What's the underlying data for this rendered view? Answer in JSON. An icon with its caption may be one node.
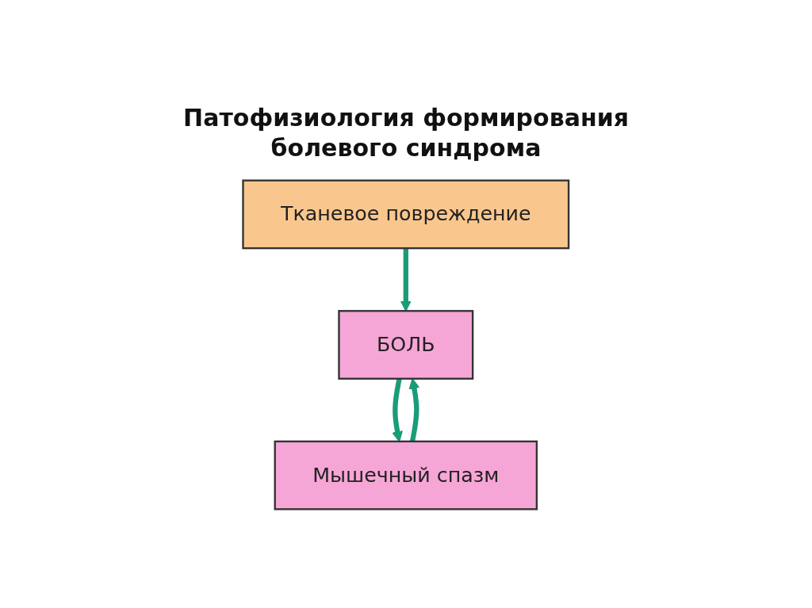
{
  "diagram": {
    "title": "Патофизиология формирования болевого синдрома",
    "nodes": [
      {
        "text": [
          "Тканевое повреждение"
        ]
      },
      {
        "text": [
          "БОЛЬ"
        ]
      },
      {
        "text": [
          "Мышечный спазм"
        ]
      }
    ],
    "edges": [
      {
        "from": 0,
        "to": 1,
        "arrow": "to"
      },
      {
        "from": 1,
        "to": 2,
        "arrow": "to"
      },
      {
        "from": 2,
        "to": 1,
        "arrow": "to"
      }
    ]
  }
}
